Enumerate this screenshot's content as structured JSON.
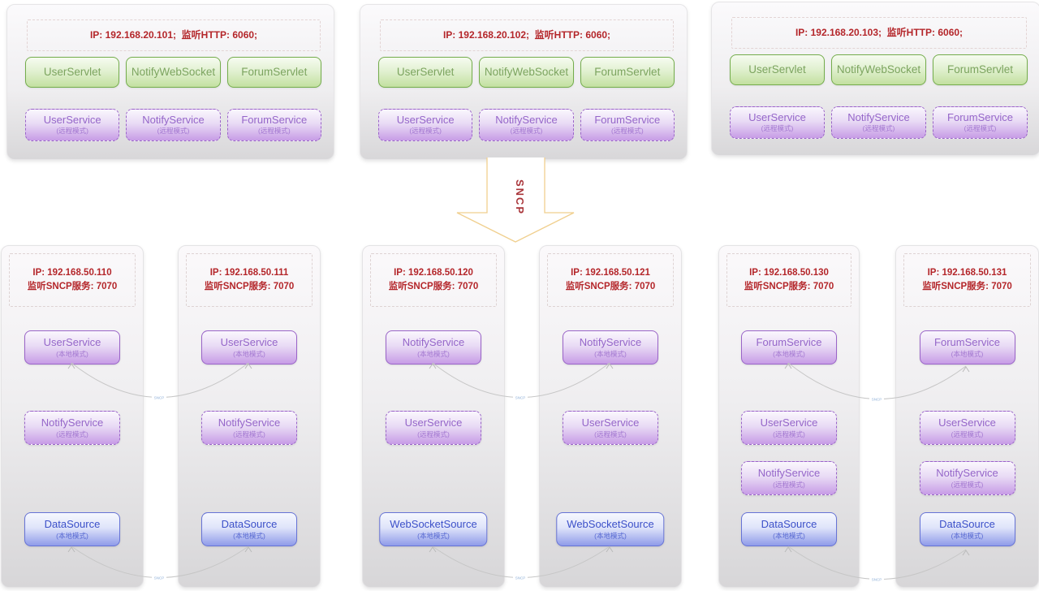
{
  "colors": {
    "red_text": "#b4262a",
    "green_border": "#74ad4c",
    "purple_border": "#9a64c8",
    "blue_border": "#6673d6",
    "arrow_outline": "#f0cf8e",
    "connector_line": "#c6c6c6"
  },
  "top_servers": [
    {
      "ip_line": "IP: 192.168.20.101;  监听HTTP: 6060;",
      "servlets": [
        "UserServlet",
        "NotifyWebSocket",
        "ForumServlet"
      ],
      "services": [
        {
          "name": "UserService",
          "mode": "(远程模式)"
        },
        {
          "name": "NotifyService",
          "mode": "(远程模式)"
        },
        {
          "name": "ForumService",
          "mode": "(远程模式)"
        }
      ]
    },
    {
      "ip_line": "IP: 192.168.20.102;  监听HTTP: 6060;",
      "servlets": [
        "UserServlet",
        "NotifyWebSocket",
        "ForumServlet"
      ],
      "services": [
        {
          "name": "UserService",
          "mode": "(远程模式)"
        },
        {
          "name": "NotifyService",
          "mode": "(远程模式)"
        },
        {
          "name": "ForumService",
          "mode": "(远程模式)"
        }
      ]
    },
    {
      "ip_line": "IP: 192.168.20.103;  监听HTTP: 6060;",
      "servlets": [
        "UserServlet",
        "NotifyWebSocket",
        "ForumServlet"
      ],
      "services": [
        {
          "name": "UserService",
          "mode": "(远程模式)"
        },
        {
          "name": "NotifyService",
          "mode": "(远程模式)"
        },
        {
          "name": "ForumService",
          "mode": "(远程模式)"
        }
      ]
    }
  ],
  "sncp_arrow": {
    "label": "SNCP"
  },
  "connector_label": "SNCP",
  "bottom_servers": [
    {
      "ip_line1": "IP: 192.168.50.110",
      "ip_line2": "监听SNCP服务: 7070",
      "services": [
        {
          "name": "UserService",
          "mode": "(本地模式)"
        },
        {
          "name": "NotifyService",
          "mode": "(远程模式)"
        },
        {
          "name": "DataSource",
          "mode": "(本地模式)"
        }
      ]
    },
    {
      "ip_line1": "IP: 192.168.50.111",
      "ip_line2": "监听SNCP服务: 7070",
      "services": [
        {
          "name": "UserService",
          "mode": "(本地模式)"
        },
        {
          "name": "NotifyService",
          "mode": "(远程模式)"
        },
        {
          "name": "DataSource",
          "mode": "(本地模式)"
        }
      ]
    },
    {
      "ip_line1": "IP: 192.168.50.120",
      "ip_line2": "监听SNCP服务: 7070",
      "services": [
        {
          "name": "NotifyService",
          "mode": "(本地模式)"
        },
        {
          "name": "UserService",
          "mode": "(远程模式)"
        },
        {
          "name": "WebSocketSource",
          "mode": "(本地模式)"
        }
      ]
    },
    {
      "ip_line1": "IP: 192.168.50.121",
      "ip_line2": "监听SNCP服务: 7070",
      "services": [
        {
          "name": "NotifyService",
          "mode": "(本地模式)"
        },
        {
          "name": "UserService",
          "mode": "(远程模式)"
        },
        {
          "name": "WebSocketSource",
          "mode": "(本地模式)"
        }
      ]
    },
    {
      "ip_line1": "IP: 192.168.50.130",
      "ip_line2": "监听SNCP服务: 7070",
      "services": [
        {
          "name": "ForumService",
          "mode": "(本地模式)"
        },
        {
          "name": "UserService",
          "mode": "(远程模式)"
        },
        {
          "name": "NotifyService",
          "mode": "(远程模式)"
        },
        {
          "name": "DataSource",
          "mode": "(本地模式)"
        }
      ]
    },
    {
      "ip_line1": "IP: 192.168.50.131",
      "ip_line2": "监听SNCP服务: 7070",
      "services": [
        {
          "name": "ForumService",
          "mode": "(本地模式)"
        },
        {
          "name": "UserService",
          "mode": "(远程模式)"
        },
        {
          "name": "NotifyService",
          "mode": "(远程模式)"
        },
        {
          "name": "DataSource",
          "mode": "(本地模式)"
        }
      ]
    }
  ]
}
